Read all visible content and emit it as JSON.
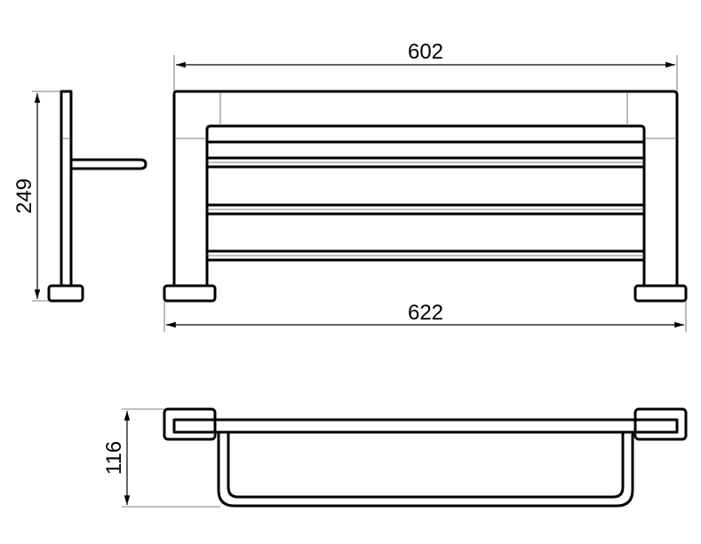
{
  "dimensions": {
    "top_width": "602",
    "base_width": "622",
    "height": "249",
    "depth": "116"
  }
}
